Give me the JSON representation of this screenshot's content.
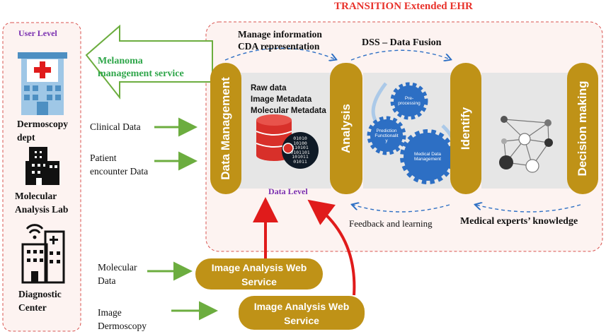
{
  "title": "TRANSITION Extended EHR",
  "user_level": {
    "heading": "User Level",
    "items": [
      {
        "label_lines": [
          "Dermoscopy",
          "dept"
        ],
        "icon": "hospital-icon"
      },
      {
        "label_lines": [
          "Molecular",
          "Analysis Lab"
        ],
        "icon": "lab-building-icon"
      },
      {
        "label_lines": [
          "Diagnostic",
          "Center"
        ],
        "icon": "smart-building-icon"
      }
    ]
  },
  "melanoma_service": [
    "Melanoma",
    "management service"
  ],
  "inputs": {
    "clinical": "Clinical Data",
    "patient": [
      "Patient",
      "encounter Data"
    ],
    "molecular": [
      "Molecular",
      "Data"
    ],
    "image": [
      "Image",
      "Dermoscopy"
    ]
  },
  "top_labels": {
    "manage": [
      "Manage information",
      "CDA representation"
    ],
    "dss": "DSS – Data Fusion"
  },
  "data_block": [
    "Raw data",
    "Image Metadata",
    "Molecular Metadata"
  ],
  "data_level": "Data Level",
  "pillars": {
    "data_management": "Data Management",
    "analysis": "Analysis",
    "identify": "Identify",
    "decision": "Decision making"
  },
  "gears": {
    "preprocessing": [
      "Pre-",
      "processing"
    ],
    "prediction": [
      "Prediction",
      "Functionalit",
      "y"
    ],
    "medical": [
      "Medical Data",
      "Management"
    ]
  },
  "binary_rows": [
    "01010",
    "10100",
    "110101",
    "0101101",
    "101011",
    "01011"
  ],
  "feedback": "Feedback and learning",
  "experts": "Medical experts’ knowledge",
  "services": {
    "first": [
      "Image Analysis Web",
      "Service"
    ],
    "second": [
      "Image Analysis Web",
      "Service"
    ]
  },
  "colors": {
    "pill": "#bf9217",
    "accent_red": "#e8322b",
    "arrow_green": "#6cad3f",
    "purple": "#7a2fb0",
    "gear_blue": "#2d6fc4"
  }
}
